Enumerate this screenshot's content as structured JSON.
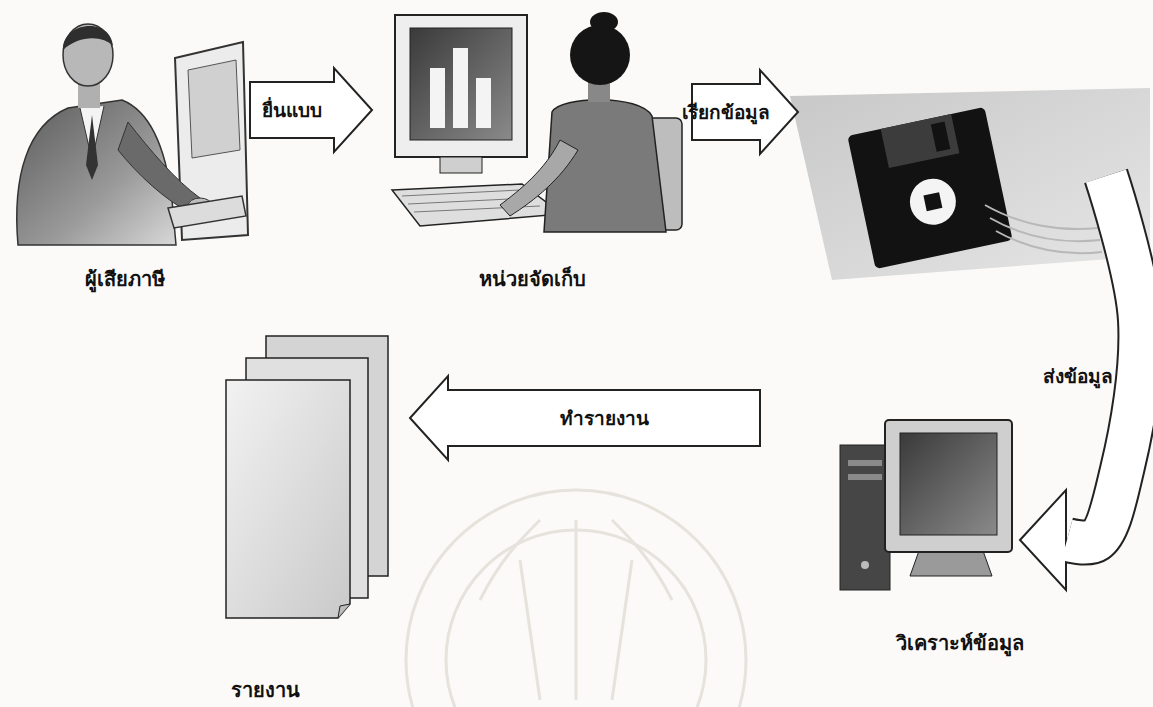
{
  "diagram": {
    "nodes": [
      {
        "text": [
          "ผู้เสียภาษี"
        ]
      },
      {
        "text": [
          "หน่วยจัดเก็บ"
        ]
      },
      {
        "text": [
          "วิเคราะห์ข้อมูล"
        ]
      },
      {
        "text": [
          "รายงาน"
        ]
      }
    ],
    "edges": [
      {
        "from": 0,
        "to": 1,
        "label": "ยื่นแบบ",
        "arrow": "to"
      },
      {
        "from": 1,
        "to": 2,
        "label": "เรียกข้อมูล",
        "arrow": "to"
      },
      {
        "from": 2,
        "to": 3,
        "label": "ทำรายงาน",
        "arrow": "to"
      }
    ],
    "labels": [
      "ส่งข้อมูล"
    ]
  }
}
